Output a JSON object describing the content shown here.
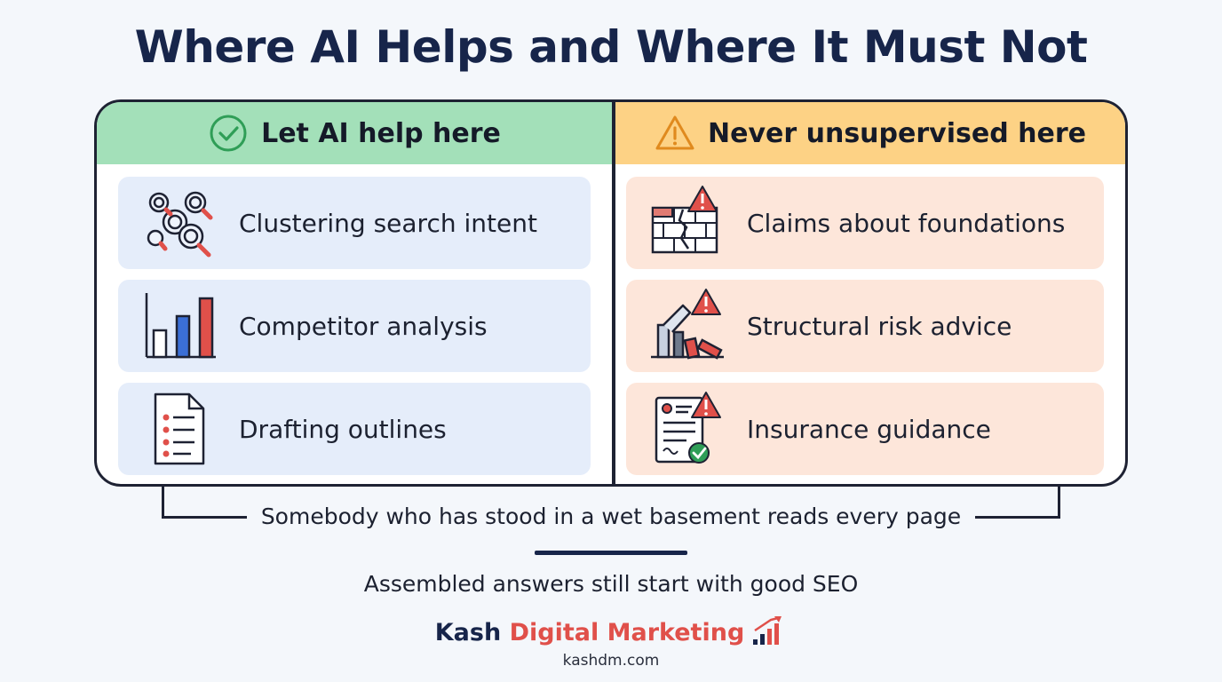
{
  "title": "Where AI Helps and Where It Must Not",
  "left_column": {
    "heading": "Let AI help here",
    "heading_icon": "check-circle-icon",
    "items": [
      {
        "label": "Clustering search intent",
        "icon": "magnifier-cluster-icon"
      },
      {
        "label": "Competitor analysis",
        "icon": "bar-chart-icon"
      },
      {
        "label": "Drafting outlines",
        "icon": "document-list-icon"
      }
    ]
  },
  "right_column": {
    "heading": "Never unsupervised here",
    "heading_icon": "warning-triangle-icon",
    "items": [
      {
        "label": "Claims about foundations",
        "icon": "cracked-wall-warning-icon"
      },
      {
        "label": "Structural risk advice",
        "icon": "collapsing-structure-warning-icon"
      },
      {
        "label": "Insurance guidance",
        "icon": "certificate-warning-icon"
      }
    ]
  },
  "bracket_note": "Somebody who has stood in a wet basement reads every page",
  "subtitle": "Assembled answers still start with good SEO",
  "brand": {
    "name_primary": "Kash",
    "name_accent": "Digital Marketing",
    "url": "kashdm.com"
  },
  "colors": {
    "title": "#17254a",
    "left_header": "#a3e0b9",
    "right_header": "#fdd285",
    "left_card": "#e5edfa",
    "right_card": "#fde6da",
    "accent_red": "#e0504a",
    "accent_blue": "#3b6fd6",
    "check_green": "#2f9e57",
    "warning_orange": "#e08a1e"
  }
}
